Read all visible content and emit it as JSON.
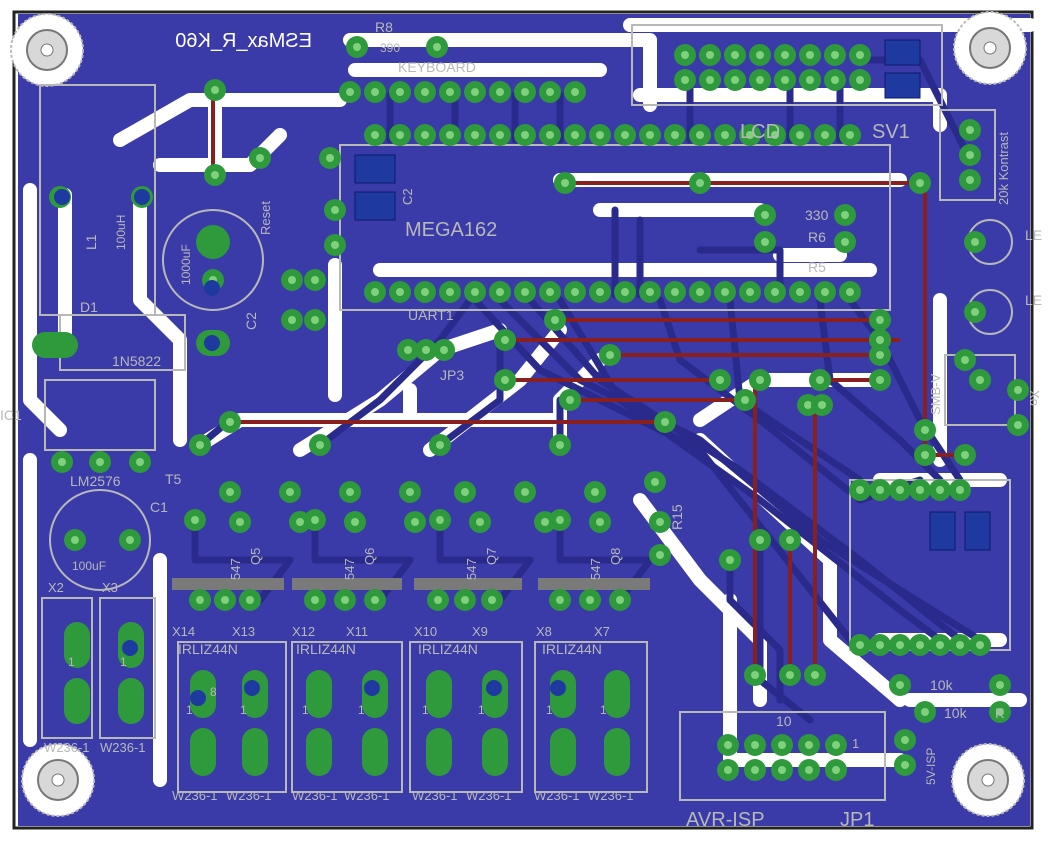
{
  "board": {
    "title": "ESMax_R_K60",
    "colors": {
      "background": "#ffffff",
      "copper_fill": "#3a3aa8",
      "copper_dark": "#2a2a8c",
      "pad": "#2e9a3c",
      "pad_hole": "#80d080",
      "bottom_via": "#1e3aa0",
      "wire": "#8a1f1f",
      "silk": "#b8b8b8",
      "outline": "#222222",
      "hole": "#d8d8d8"
    }
  },
  "labels": {
    "r8": "R8",
    "r8_val": "390",
    "keyboard": "KEYBOARD",
    "lcd": "LCD",
    "sv1": "SV1",
    "kontrast": "20k Kontrast",
    "c2_top": "C2",
    "reset": "Reset",
    "mega": "MEGA162",
    "l1": "L1",
    "l1_val": "100uH",
    "c1000": "1000uF",
    "c2": "C2",
    "r6_val": "330",
    "r6": "R6",
    "r5": "R5",
    "le1": "LE",
    "le2": "LE",
    "d1": "D1",
    "d1_val": "1N5822",
    "uart1": "UART1",
    "jp3": "JP3",
    "ic1": "IC1",
    "lm2576": "LM2576",
    "t5": "T5",
    "c1": "C1",
    "c100": "100uF",
    "x2": "X2",
    "x3": "X3",
    "w236_left": "W236-1",
    "w236_left2": "W236-1",
    "smb": "SMB-V",
    "xo": "Xo",
    "r15": "R15",
    "q5": "Q5",
    "q6": "Q6",
    "q7": "Q7",
    "q8": "Q8",
    "bc547_a": "547",
    "bc547_b": "547",
    "bc547_c": "547",
    "bc547_d": "547",
    "x14": "X14",
    "x13": "X13",
    "x12": "X12",
    "x11": "X11",
    "x10": "X10",
    "x9": "X9",
    "x8": "X8",
    "x7": "X7",
    "irl1": "IRLIZ44N",
    "irl2": "IRLIZ44N",
    "irl3": "IRLIZ44N",
    "irl4": "IRLIZ44N",
    "w1": "W236-1",
    "w2": "W236-1",
    "w3": "W236-1",
    "w4": "W236-1",
    "w5": "W236-1",
    "w6": "W236-1",
    "w7": "W236-1",
    "w8": "W236-1",
    "avr_isp": "AVR-ISP",
    "jp1": "JP1",
    "isp_pin10": "10",
    "isp_pin1": "1",
    "r10k_a": "10k",
    "r10k_b": "10k",
    "isp5": "5V-ISP",
    "k": "K",
    "n8": "8",
    "n1a": "1",
    "n1b": "1",
    "n1c": "1",
    "n1d": "1",
    "n1e": "1",
    "n1f": "1",
    "n1g": "1",
    "n1h": "1",
    "n1i": "1",
    "n1j": "1"
  }
}
